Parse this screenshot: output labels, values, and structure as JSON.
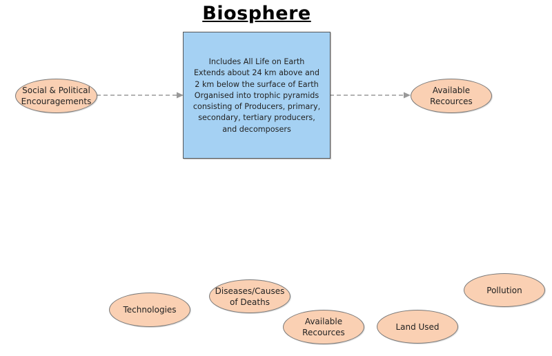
{
  "title": "Biosphere",
  "main_box": {
    "lines": [
      "Includes All Life on Earth",
      "Extends about 24 km above and",
      "2 km below the surface of Earth",
      "Organised into trophic pyramids",
      "consisting of Producers, primary,",
      "secondary, tertiary producers,",
      "and decomposers"
    ]
  },
  "nodes": {
    "social_political": {
      "lines": [
        "Social & Political",
        "Encouragements"
      ]
    },
    "available_resources_top": {
      "lines": [
        "Available",
        "Recources"
      ]
    },
    "technologies": {
      "lines": [
        "Technologies"
      ]
    },
    "diseases": {
      "lines": [
        "Diseases/Causes",
        "of Deaths"
      ]
    },
    "available_resources_bottom": {
      "lines": [
        "Available",
        "Recources"
      ]
    },
    "land_used": {
      "lines": [
        "Land Used"
      ]
    },
    "pollution": {
      "lines": [
        "Pollution"
      ]
    }
  },
  "colors": {
    "main_box_fill": "#a5d1f3",
    "oval_fill": "#fad0b3",
    "arrow": "#999999"
  }
}
